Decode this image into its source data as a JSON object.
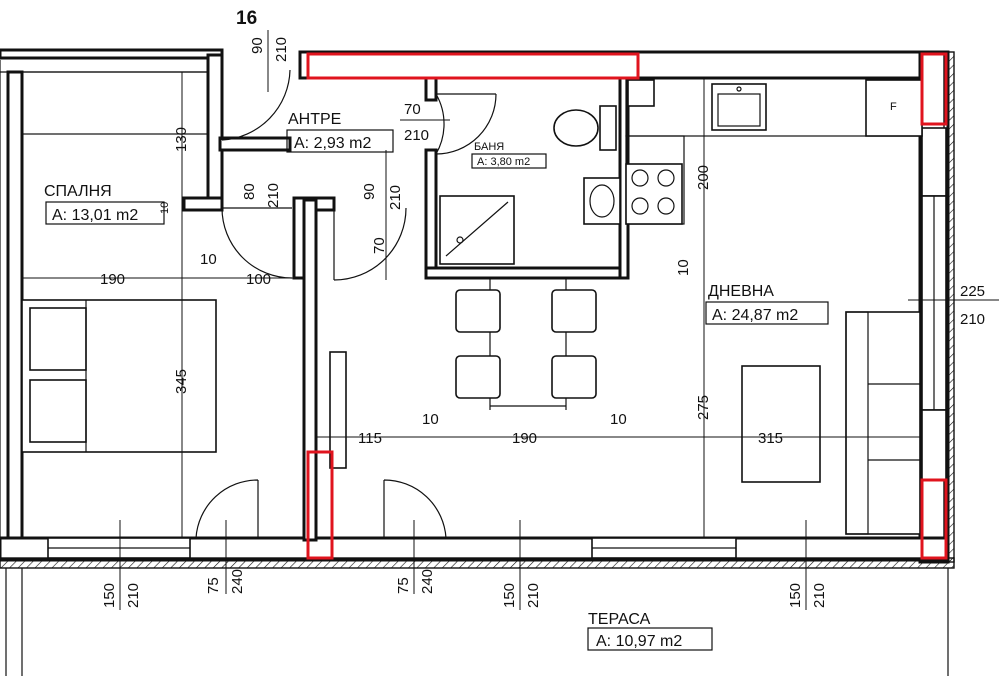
{
  "plan": {
    "unit_number": "16",
    "rooms": {
      "antre": {
        "name": "АНТРЕ",
        "area": "A: 2,93 m2"
      },
      "banya": {
        "name": "БАНЯ",
        "area": "A: 3,80 m2"
      },
      "spalnya": {
        "name": "СПАЛНЯ",
        "area": "A: 13,01 m2"
      },
      "dnevna": {
        "name": "ДНЕВНА",
        "area": "A: 24,87 m2"
      },
      "terasa": {
        "name": "ТЕРАСА",
        "area": "A: 10,97 m2"
      }
    },
    "fridge_label": "F",
    "dims": {
      "entry_door_w": "90",
      "entry_door_h": "210",
      "bath_door_w": "70",
      "bath_door_h": "210",
      "d80": "80",
      "d80_h": "210",
      "d90": "90",
      "d90_h": "210",
      "d70_v": "70",
      "d130": "130",
      "d10_a": "10",
      "d10_b": "10",
      "d10_c": "10",
      "d10_d": "10",
      "d10_e": "10",
      "d190_top": "190",
      "d100": "100",
      "d345": "345",
      "d115": "115",
      "d190_mid": "190",
      "d315": "315",
      "d200": "200",
      "d275": "275",
      "d225": "225",
      "d225_h": "210",
      "w1_a": "150",
      "w1_b": "210",
      "door1_a": "75",
      "door1_b": "240",
      "door2_a": "75",
      "door2_b": "240",
      "w2_a": "150",
      "w2_b": "210",
      "w3_a": "150",
      "w3_b": "210"
    }
  }
}
